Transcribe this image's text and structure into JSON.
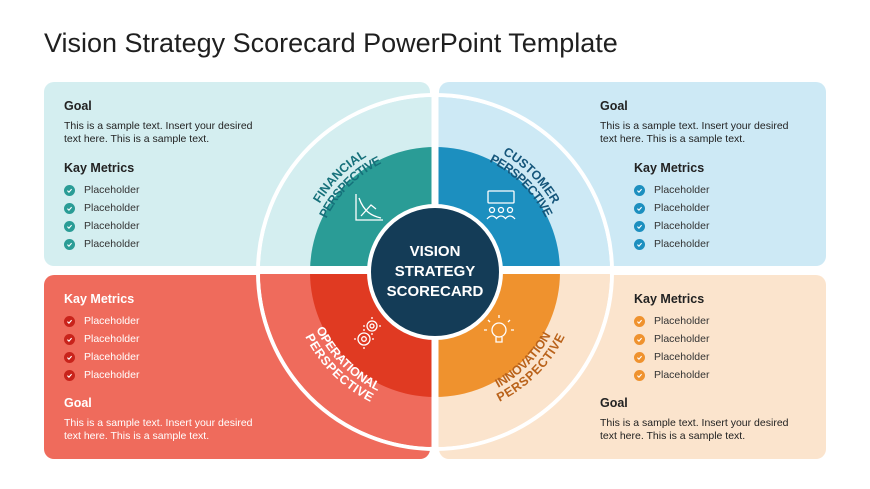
{
  "title": "Vision Strategy Scorecard PowerPoint Template",
  "colors": {
    "financial": "#2a9c96",
    "customer": "#1c8fbf",
    "operational": "#e03a22",
    "innovation": "#ef922e",
    "center": "#143c57",
    "financial_text": "#15707a",
    "customer_text": "#14557a",
    "operational_text": "#ffffff",
    "innovation_text": "#b9621a"
  },
  "center": {
    "line1": "VISION",
    "line2": "STRATEGY",
    "line3": "SCORECARD"
  },
  "perspectives": {
    "financial": {
      "line1": "FINANCIAL",
      "line2": "PERSPECTIVE",
      "icon": "chart-icon"
    },
    "customer": {
      "line1": "CUSTOMER",
      "line2": "PERSPECTIVE",
      "icon": "presentation-icon"
    },
    "operational": {
      "line1": "OPERATIONAL",
      "line2": "PERSPECTIVE",
      "icon": "gears-icon"
    },
    "innovation": {
      "line1": "INNOVATION",
      "line2": "PERSPECTIVE",
      "icon": "lightbulb-icon"
    }
  },
  "quadrants": {
    "tl": {
      "goal_title": "Goal",
      "goal_line1": "This is a sample text.  Insert your desired",
      "goal_line2": "text here. This is a sample text.",
      "metrics_title": "Kay Metrics",
      "metrics": [
        "Placeholder",
        "Placeholder",
        "Placeholder",
        "Placeholder"
      ]
    },
    "tr": {
      "goal_title": "Goal",
      "goal_line1": "This is a sample text.  Insert your desired",
      "goal_line2": "text here. This is a sample text.",
      "metrics_title": "Kay Metrics",
      "metrics": [
        "Placeholder",
        "Placeholder",
        "Placeholder",
        "Placeholder"
      ]
    },
    "bl": {
      "goal_title": "Goal",
      "goal_line1": "This is a sample text.  Insert your desired",
      "goal_line2": "text here. This is a sample text.",
      "metrics_title": "Kay Metrics",
      "metrics": [
        "Placeholder",
        "Placeholder",
        "Placeholder",
        "Placeholder"
      ]
    },
    "br": {
      "goal_title": "Goal",
      "goal_line1": "This is a sample text.  Insert your desired",
      "goal_line2": "text here. This is a sample text.",
      "metrics_title": "Kay Metrics",
      "metrics": [
        "Placeholder",
        "Placeholder",
        "Placeholder",
        "Placeholder"
      ]
    }
  }
}
